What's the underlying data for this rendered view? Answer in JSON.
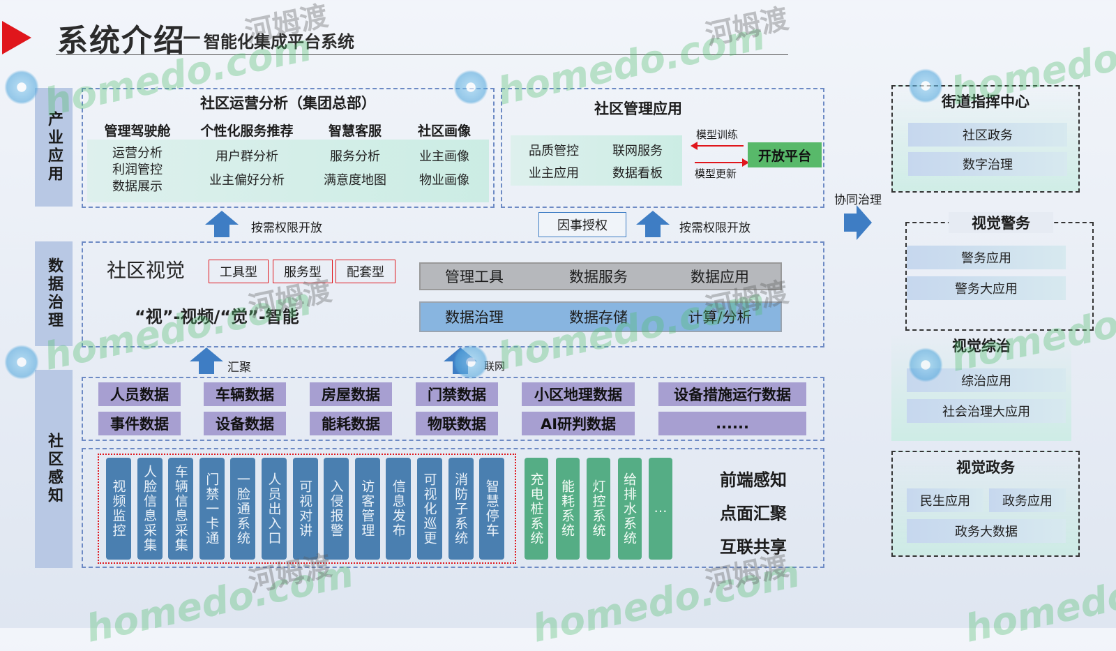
{
  "header": {
    "title": "系统介绍",
    "dash": "—",
    "subtitle": "智能化集成平台系统"
  },
  "rows": {
    "industry": "产业应用",
    "data_gov": "数据治理",
    "community": "社区感知"
  },
  "ops": {
    "title": "社区运营分析（集团总部）",
    "columns": [
      {
        "header": "管理驾驶舱",
        "items": [
          "运营分析",
          "利润管控",
          "数据展示"
        ]
      },
      {
        "header": "个性化服务推荐",
        "items": [
          "用户群分析",
          "业主偏好分析"
        ]
      },
      {
        "header": "智慧客服",
        "items": [
          "服务分析",
          "满意度地图"
        ]
      },
      {
        "header": "社区画像",
        "items": [
          "业主画像",
          "物业画像"
        ]
      }
    ]
  },
  "mgmt": {
    "title": "社区管理应用",
    "items": [
      "品质管控",
      "联网服务",
      "业主应用",
      "数据看板"
    ],
    "model_train": "模型训练",
    "model_update": "模型更新",
    "open_platform": "开放平台"
  },
  "arrows": {
    "open_left": "按需权限开放",
    "authorize": "因事授权",
    "open_right": "按需权限开放",
    "gather": "汇聚",
    "network": "联网",
    "cooperate": "协同治理"
  },
  "vision": {
    "title": "社区视觉",
    "tags": [
      "工具型",
      "服务型",
      "配套型"
    ],
    "slogan": "“视”-视频/“觉”-智能",
    "bar_top": [
      "管理工具",
      "数据服务",
      "数据应用"
    ],
    "bar_bottom": [
      "数据治理",
      "数据存储",
      "计算/分析"
    ]
  },
  "datasets": {
    "row1": [
      "人员数据",
      "车辆数据",
      "房屋数据",
      "门禁数据",
      "小区地理数据",
      "设备措施运行数据"
    ],
    "row2": [
      "事件数据",
      "设备数据",
      "能耗数据",
      "物联数据",
      "AI研判数据",
      "......"
    ]
  },
  "sensors": {
    "blue": [
      "视频监控",
      "人脸信息采集",
      "车辆信息采集",
      "门禁一卡通",
      "一脸通系统",
      "人员出入口",
      "可视对讲",
      "入侵报警",
      "访客管理",
      "信息发布",
      "可视化巡更",
      "消防子系统",
      "智慧停车"
    ],
    "green": [
      "充电桩系统",
      "能耗系统",
      "灯控系统",
      "给排水系统",
      "…"
    ],
    "taglines": [
      "前端感知",
      "点面汇聚",
      "互联共享"
    ]
  },
  "right": {
    "street": {
      "title": "街道指挥中心",
      "items": [
        "社区政务",
        "数字治理"
      ]
    },
    "police": {
      "title": "视觉警务",
      "items": [
        "警务应用",
        "警务大应用"
      ]
    },
    "governance": {
      "title": "视觉综治",
      "items": [
        "综治应用",
        "社会治理大应用"
      ]
    },
    "gov_affairs": {
      "title": "视觉政务",
      "items": [
        "民生应用",
        "政务应用",
        "政务大数据"
      ]
    }
  },
  "watermark": {
    "en": "homedo.com",
    "cn": "河姆渡"
  },
  "colors": {
    "accent_red": "#e0161c",
    "arrow_blue": "#3e7dc4",
    "purple": "#a79fd1",
    "sensor_blue": "#4a7fb0",
    "sensor_green": "#55ad85",
    "open_platform_green": "#58b96a"
  }
}
